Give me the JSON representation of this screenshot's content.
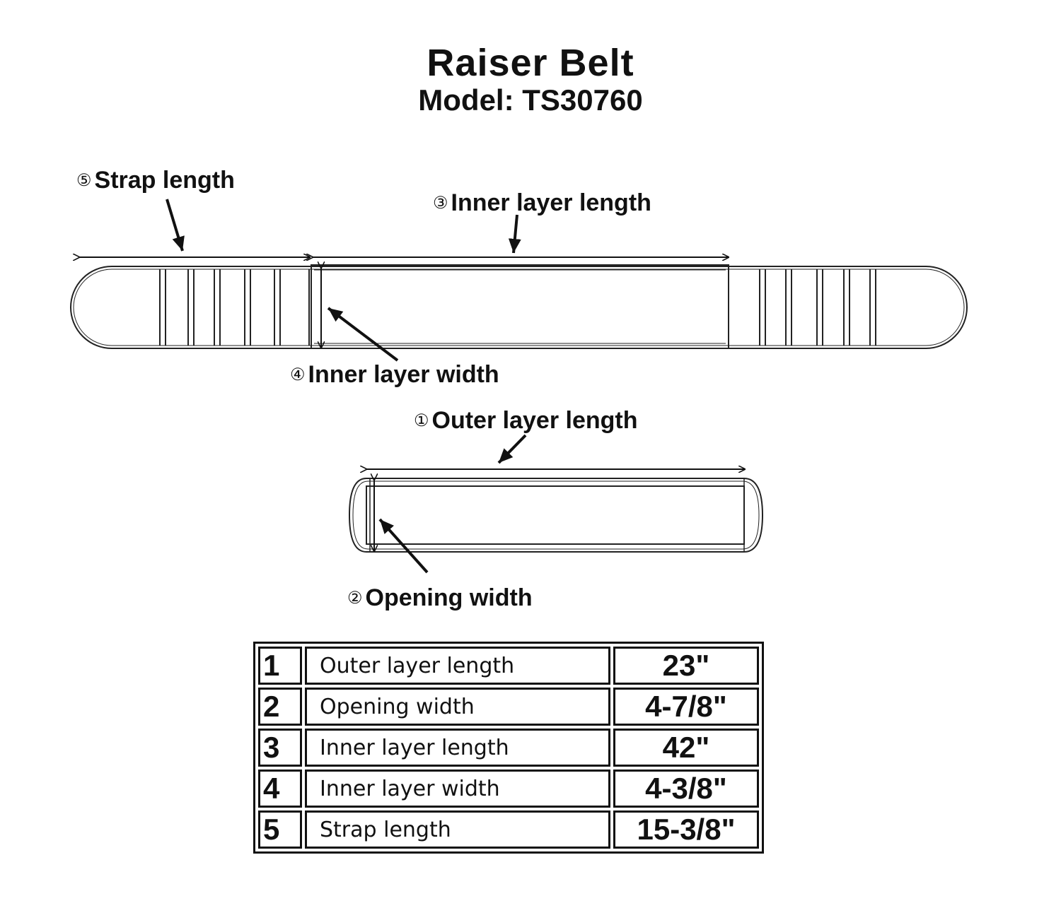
{
  "title": "Raiser Belt",
  "model": "Model: TS30760",
  "labels": {
    "strap_length": {
      "num": "⑤",
      "text": "Strap length"
    },
    "inner_layer_length": {
      "num": "③",
      "text": "Inner layer length"
    },
    "inner_layer_width": {
      "num": "④",
      "text": "Inner layer width"
    },
    "outer_layer_length": {
      "num": "①",
      "text": "Outer layer length"
    },
    "opening_width": {
      "num": "②",
      "text": "Opening width"
    }
  },
  "table": [
    {
      "index": "1",
      "name": "Outer layer length",
      "value": "23\""
    },
    {
      "index": "2",
      "name": "Opening width",
      "value": "4-7/8\""
    },
    {
      "index": "3",
      "name": "Inner layer length",
      "value": "42\""
    },
    {
      "index": "4",
      "name": "Inner layer width",
      "value": "4-3/8\""
    },
    {
      "index": "5",
      "name": "Strap length",
      "value": "15-3/8\""
    }
  ]
}
